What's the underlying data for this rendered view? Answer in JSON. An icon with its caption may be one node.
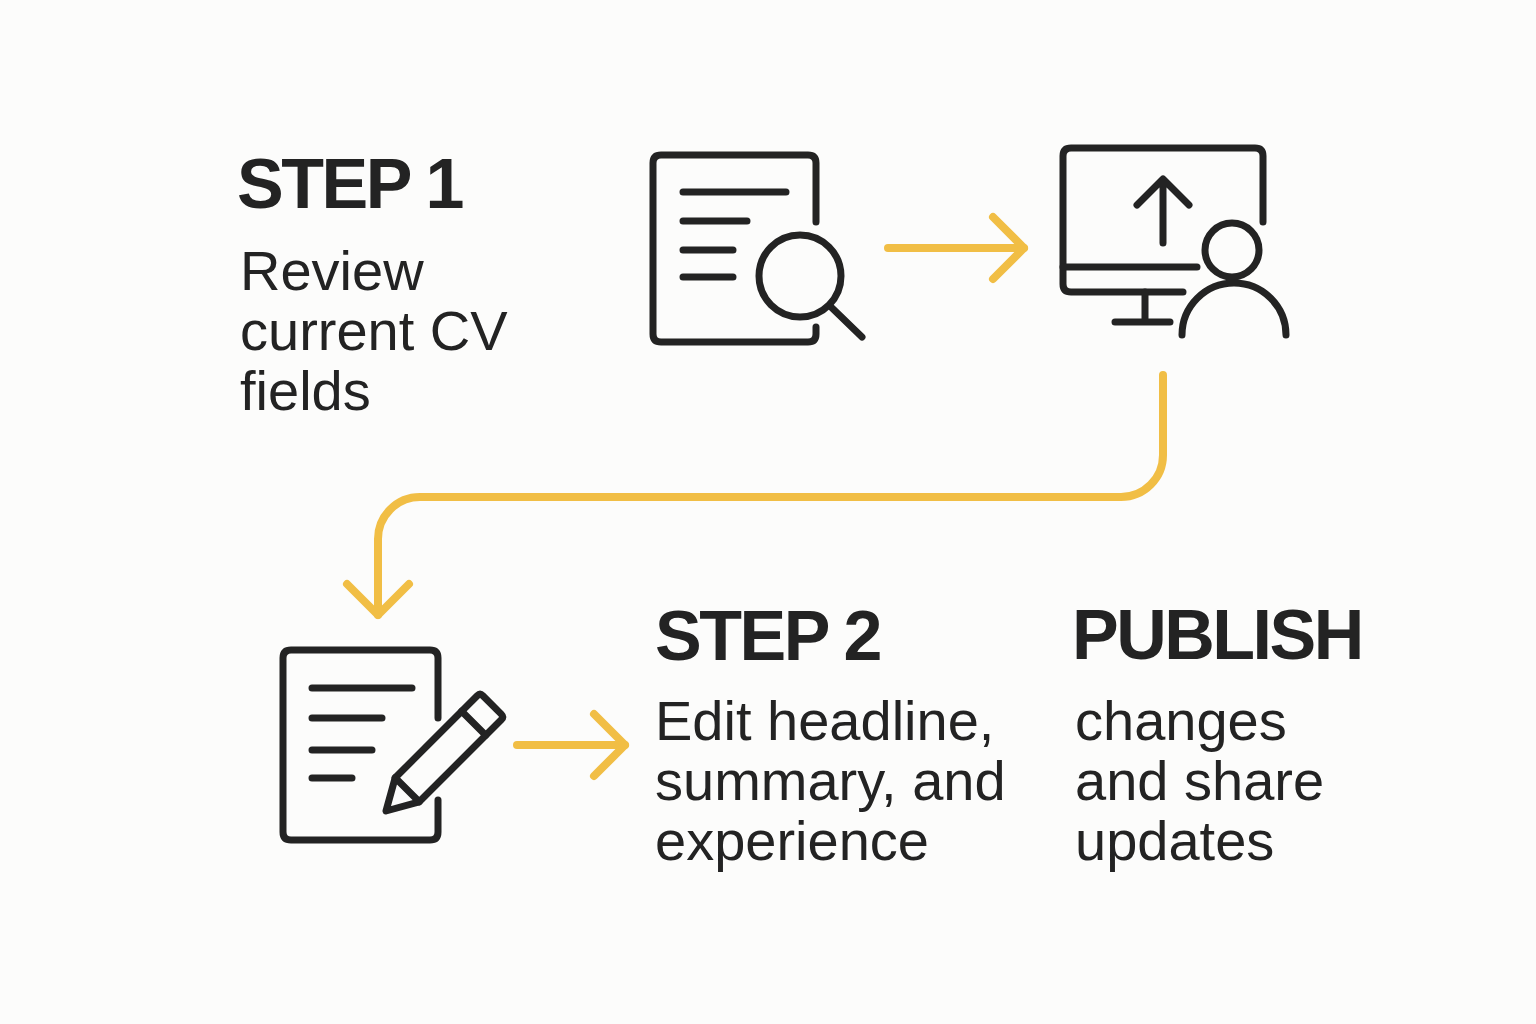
{
  "diagram": {
    "nodes": [
      {
        "text": [],
        "shape": "picture"
      },
      {
        "text": [],
        "shape": "picture"
      },
      {
        "text": [],
        "shape": "picture"
      },
      {
        "text": [
          "STEP 2",
          "Edit headline, summary, and experience"
        ]
      }
    ],
    "edges": [
      {
        "from": 0,
        "to": 1,
        "arrow": "to"
      },
      {
        "from": 1,
        "to": 2,
        "arrow": "to"
      },
      {
        "from": 2,
        "to": 3,
        "arrow": "to"
      }
    ],
    "labels": [
      "STEP 1",
      "Review current CV fields",
      "PUBLISH",
      "changes and share updates"
    ]
  }
}
